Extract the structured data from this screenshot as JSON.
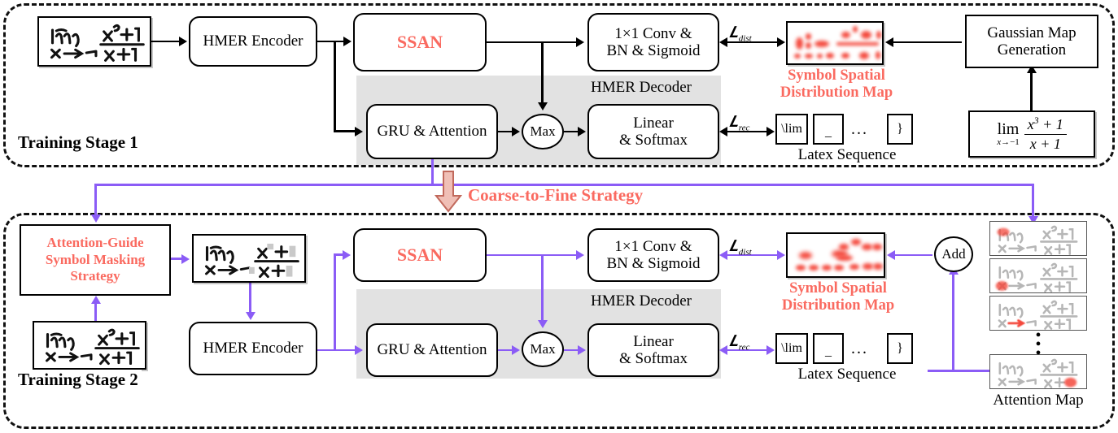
{
  "diagram": {
    "title": "Two-stage HMER training framework with SSAN and Coarse-to-Fine Strategy",
    "colors": {
      "accent_red": "#fa6a60",
      "stage2_flow_purple": "#8b5cf6",
      "stage1_flow_black": "#000000",
      "decoder_panel_gray": "#e2e2e2",
      "heatmap_red": "#f4483c"
    }
  },
  "stage1": {
    "label": "Training Stage 1",
    "input_image_alt": "handwritten lim x->-1 (x^3+1)/(x+1)",
    "encoder": "HMER Encoder",
    "ssan": "SSAN",
    "gru": "GRU & Attention",
    "decoder_panel_label": "HMER Decoder",
    "max": "Max",
    "conv": "1×1 Conv & BN & Sigmoid",
    "conv_line1": "1×1 Conv &",
    "conv_line2": "BN & Sigmoid",
    "linear": "Linear & Softmax",
    "linear_line1": "Linear",
    "linear_line2": "& Softmax",
    "loss_dist": "L_dist",
    "loss_rec": "L_rec",
    "heatmap_caption_line1": "Symbol Spatial",
    "heatmap_caption_line2": "Distribution Map",
    "gaussian_line1": "Gaussian Map",
    "gaussian_line2": "Generation",
    "latex_caption": "Latex Sequence",
    "latex_tokens": [
      "\\lim",
      "_",
      "...",
      "}"
    ],
    "printed_formula_alt": "lim x->-1 (x^3+1)/(x+1)"
  },
  "transition": {
    "label": "Coarse-to-Fine Strategy"
  },
  "stage2": {
    "label": "Training Stage 2",
    "masking_line1": "Attention-Guide",
    "masking_line2": "Symbol Masking",
    "masking_line3": "Strategy",
    "masked_image_alt": "masked handwritten expression",
    "input_image_alt": "handwritten lim x->-1 (x^3+1)/(x+1)",
    "encoder": "HMER Encoder",
    "ssan": "SSAN",
    "gru": "GRU & Attention",
    "decoder_panel_label": "HMER Decoder",
    "max": "Max",
    "conv_line1": "1×1 Conv &",
    "conv_line2": "BN & Sigmoid",
    "linear_line1": "Linear",
    "linear_line2": "& Softmax",
    "loss_dist": "L_dist",
    "loss_rec": "L_rec",
    "heatmap_caption_line1": "Symbol Spatial",
    "heatmap_caption_line2": "Distribution Map",
    "add": "Add",
    "latex_caption": "Latex Sequence",
    "latex_tokens": [
      "\\lim",
      "_",
      "...",
      "}"
    ],
    "attention_caption": "Attention Map",
    "attention_items": [
      "attention on \\lim",
      "attention on x",
      "attention on arrow",
      "attention on last token"
    ]
  }
}
